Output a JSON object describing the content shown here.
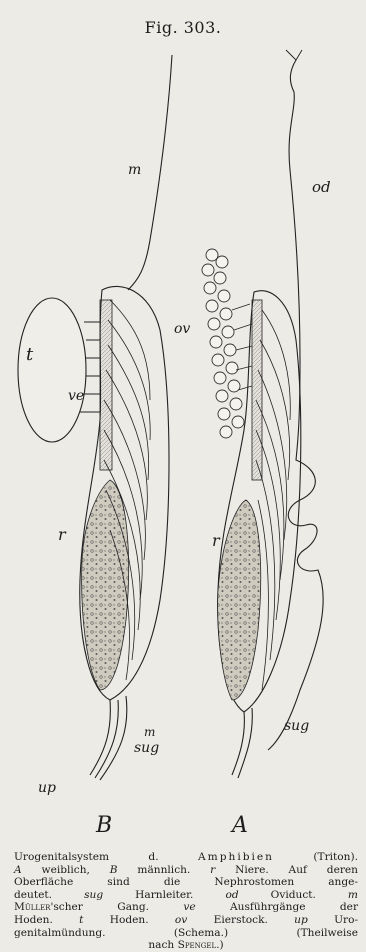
{
  "figure": {
    "title": "Fig. 303.",
    "labels": {
      "m": "m",
      "od": "od",
      "t": "t",
      "ve": "ve",
      "ov": "ov",
      "r_b": "r",
      "r_a": "r",
      "m_b": "m",
      "sug_b": "sug",
      "sug_a": "sug",
      "up": "up",
      "B": "B",
      "A": "A"
    }
  },
  "caption": {
    "l1a": "Urogenitalsystem d.",
    "l1b": "Amphibien",
    "l1c": "(Triton).",
    "l2a": "A",
    "l2b": "weiblich,",
    "l2c": "B",
    "l2d": "männlich.",
    "l2e": "r",
    "l2f": "Niere. Auf deren",
    "l3": "Oberfläche sind die Nephrostomen ange-",
    "l4a": "deutet.",
    "l4b": "sug",
    "l4c": "Harnleiter.",
    "l4d": "od",
    "l4e": "Oviduct.",
    "l4f": "m",
    "l5a": "Müller",
    "l5b": "'scher Gang.",
    "l5c": "ve",
    "l5d": "Ausführgänge der",
    "l6a": "Hoden.",
    "l6b": "t",
    "l6c": "Hoden.",
    "l6d": "ov",
    "l6e": "Eierstock.",
    "l6f": "up",
    "l6g": "Uro-",
    "l7": "genitalmündung.  (Schema.)  (Theilweise",
    "l8a": "nach",
    "l8b": "Spengel",
    "l8c": ".)"
  }
}
